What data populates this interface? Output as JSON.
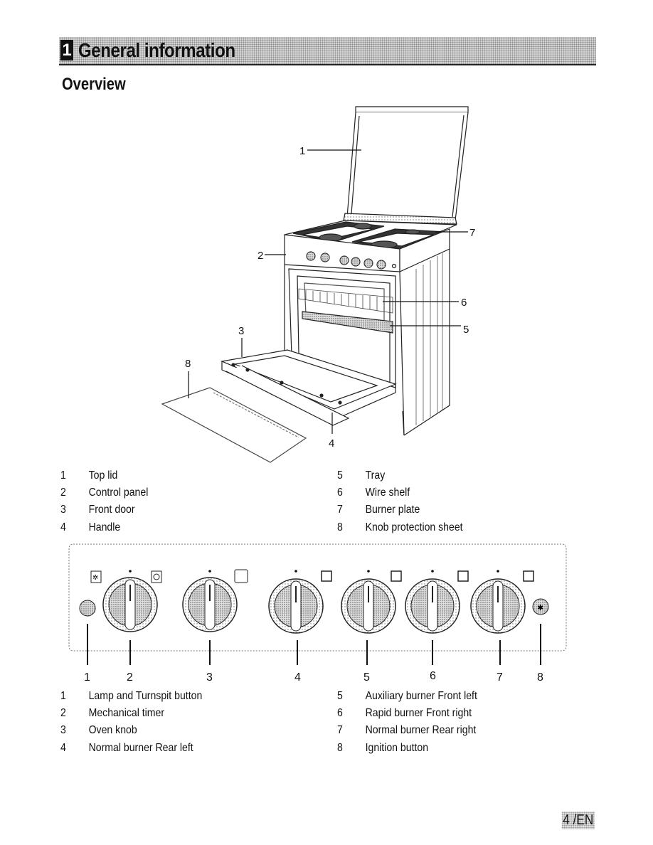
{
  "header": {
    "chapter_number": "1",
    "chapter_title": "General information"
  },
  "section": {
    "heading": "Overview"
  },
  "oven_callouts": [
    "1",
    "2",
    "3",
    "4",
    "5",
    "6",
    "7",
    "8"
  ],
  "oven_legend": {
    "left": [
      {
        "num": "1",
        "label": "Top lid"
      },
      {
        "num": "2",
        "label": "Control panel"
      },
      {
        "num": "3",
        "label": "Front door"
      },
      {
        "num": "4",
        "label": "Handle"
      }
    ],
    "right": [
      {
        "num": "5",
        "label": "Tray"
      },
      {
        "num": "6",
        "label": "Wire shelf"
      },
      {
        "num": "7",
        "label": "Burner plate"
      },
      {
        "num": "8",
        "label": "Knob protection sheet"
      }
    ]
  },
  "panel_callouts": [
    "1",
    "2",
    "3",
    "4",
    "5",
    "6",
    "7",
    "8"
  ],
  "panel_legend": {
    "left": [
      {
        "num": "1",
        "label": "Lamp and Turnspit button"
      },
      {
        "num": "2",
        "label": "Mechanical timer"
      },
      {
        "num": "3",
        "label": "Oven knob"
      },
      {
        "num": "4",
        "label": "Normal burner Rear left"
      }
    ],
    "right": [
      {
        "num": "5",
        "label": "Auxiliary burner Front left"
      },
      {
        "num": "6",
        "label": "Rapid burner Front right"
      },
      {
        "num": "7",
        "label": "Normal burner Rear right"
      },
      {
        "num": "8",
        "label": "Ignition button"
      }
    ]
  },
  "footer": {
    "page_number": "4 /EN"
  }
}
